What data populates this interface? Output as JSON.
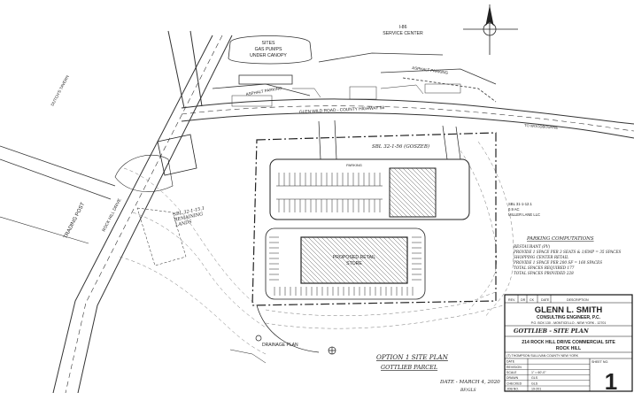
{
  "plan": {
    "top_labels": {
      "pumps": [
        "SITES",
        "GAS PUMPS",
        "UNDER CANOPY"
      ],
      "service_center": [
        "I-86",
        "SERVICE CENTER"
      ],
      "asphalt_left": "ASPHALT PARKING",
      "asphalt_right": "ASPHALT PARKING",
      "road": "GLEN WILD ROAD - COUNTY HIGHWAY 58",
      "road_right": "TO WOODBOURNE",
      "left_corner": "DUTCH'S TAVERN"
    },
    "left_labels": {
      "road_vertical": "ROCK HILL DRIVE",
      "trading_post": "TRADING POST",
      "parcel_note": [
        "SBL 32-1-15.1",
        "REMAINING",
        "LANDS"
      ]
    },
    "lot_labels": {
      "sbl_top": "SBL 32-1-56 (GOSZEB)",
      "right_note": [
        "SBL 31-1-12.1",
        "0.9 AC",
        "MILLER LANE LLC"
      ],
      "parking_top": "PARKING",
      "store_label": [
        "PROPOSED RETAIL",
        "STORE"
      ]
    },
    "notes_right": {
      "heading": "PARKING COMPUTATIONS",
      "lines": [
        "RESTAURANT (PV)",
        "PROVIDE 1 SPACE PER 3 SEATS & 1/EMP = 35 SPACES",
        "SHOPPING CENTER RETAIL",
        "PROVIDE 1 SPACE PER 200 SF = 160 SPACES",
        "TOTAL SPACES REQUIRED 177",
        "TOTAL SPACES PROVIDED 228"
      ]
    },
    "bottom_labels": {
      "drainage": "DRAINAGE PLAN",
      "option_title": "OPTION 1 SITE PLAN",
      "parcel": "GOTTLIEB PARCEL",
      "date": "DATE - MARCH 4, 2020",
      "initials": "BF/GLS"
    }
  },
  "title_block": {
    "rev_headers": [
      "REV.",
      "DR",
      "CK",
      "DATE",
      "DESCRIPTION"
    ],
    "company": "GLENN L. SMITH",
    "company_sub": "CONSULTING ENGINEER, P.C.",
    "address": "P.O. BOX 130 - MONTICELLO - NEW YORK - 12701",
    "handwritten_title": "GOTTLIEB - SITE PLAN",
    "project": "214 ROCK HILL DRIVE COMMERCIAL SITE",
    "town": "ROCK HILL",
    "location": "(T) THOMPSON     SULLIVAN COUNTY     NEW YORK",
    "fields": [
      {
        "label": "DATE",
        "value": ""
      },
      {
        "label": "REVISION",
        "value": ""
      },
      {
        "label": "SCALE",
        "value": "1\" = 60'-0\""
      },
      {
        "label": "DRAWN",
        "value": "GLS"
      },
      {
        "label": "CHECKED",
        "value": "GLS"
      },
      {
        "label": "JOB NO.",
        "value": "19-201"
      }
    ],
    "sheet_label": "SHEET NO.",
    "sheet_no": "1"
  }
}
